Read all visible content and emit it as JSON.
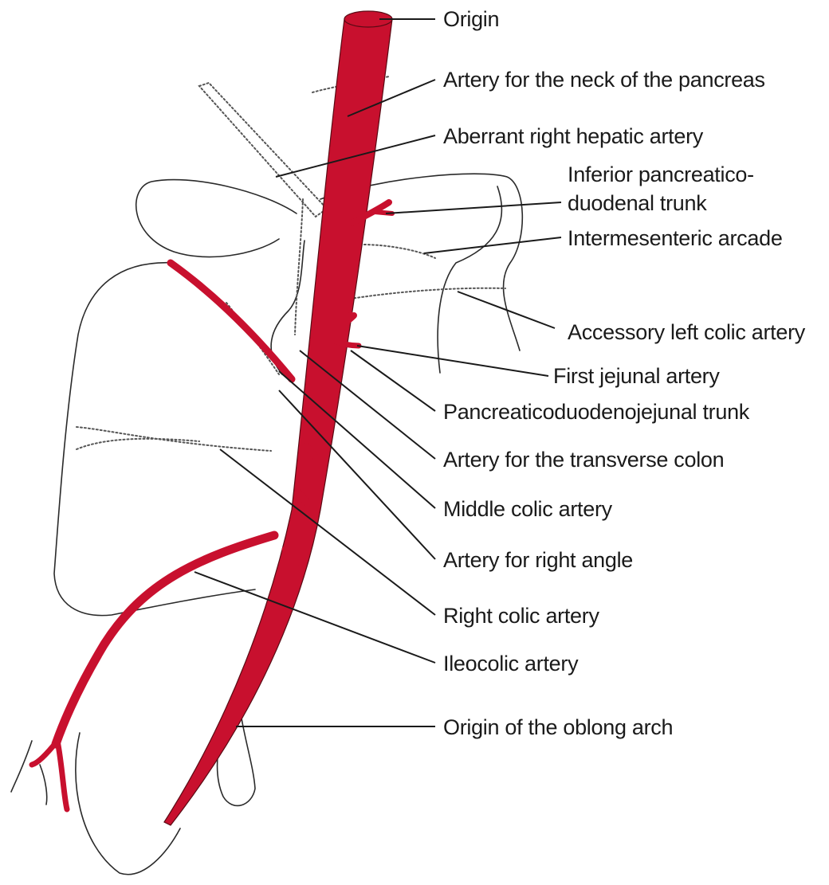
{
  "colors": {
    "artery": "#c8102e",
    "outline": "#2a2a2a",
    "background": "#ffffff"
  },
  "labels": [
    {
      "id": "origin",
      "text": "Origin"
    },
    {
      "id": "neck-pancreas",
      "text": "Artery for the neck of the pancreas"
    },
    {
      "id": "aberrant-hepatic",
      "text": "Aberrant right hepatic artery"
    },
    {
      "id": "inferior-pd-1",
      "text": "Inferior pancreatico-"
    },
    {
      "id": "inferior-pd-2",
      "text": "duodenal trunk"
    },
    {
      "id": "intermesenteric",
      "text": "Intermesenteric arcade"
    },
    {
      "id": "accessory-left-colic",
      "text": "Accessory left colic artery"
    },
    {
      "id": "first-jejunal",
      "text": "First jejunal artery"
    },
    {
      "id": "pdj-trunk",
      "text": "Pancreaticoduodenojejunal trunk"
    },
    {
      "id": "transverse-colon",
      "text": "Artery for the transverse colon"
    },
    {
      "id": "middle-colic",
      "text": "Middle colic artery"
    },
    {
      "id": "right-angle",
      "text": "Artery for right angle"
    },
    {
      "id": "right-colic",
      "text": "Right colic artery"
    },
    {
      "id": "ileocolic",
      "text": "Ileocolic artery"
    },
    {
      "id": "oblong-arch",
      "text": "Origin of the oblong arch"
    }
  ]
}
